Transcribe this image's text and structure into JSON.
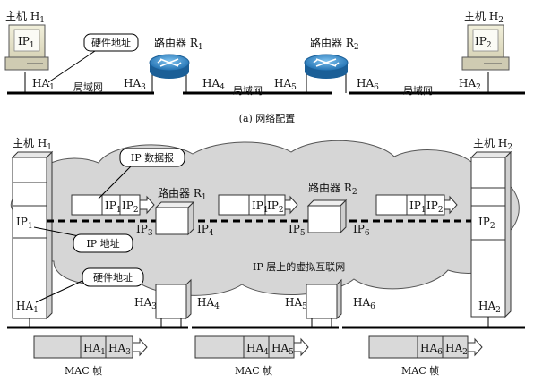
{
  "top": {
    "host1": {
      "prefix": "主机 H",
      "sub": "1"
    },
    "host2": {
      "prefix": "主机 H",
      "sub": "2"
    },
    "ip1": {
      "prefix": "IP",
      "sub": "1"
    },
    "ip2": {
      "prefix": "IP",
      "sub": "2"
    },
    "hardware_addr_callout": "硬件地址",
    "router1": {
      "prefix": "路由器 R",
      "sub": "1"
    },
    "router2": {
      "prefix": "路由器 R",
      "sub": "2"
    },
    "ha1": {
      "prefix": "HA",
      "sub": "1"
    },
    "ha2": {
      "prefix": "HA",
      "sub": "2"
    },
    "ha3": {
      "prefix": "HA",
      "sub": "3"
    },
    "ha4": {
      "prefix": "HA",
      "sub": "4"
    },
    "ha5": {
      "prefix": "HA",
      "sub": "5"
    },
    "ha6": {
      "prefix": "HA",
      "sub": "6"
    },
    "lan1": "局域网",
    "lan2": "局域网",
    "lan3": "局域网",
    "caption": "(a) 网络配置"
  },
  "bottom": {
    "host1": {
      "prefix": "主机 H",
      "sub": "1"
    },
    "host2": {
      "prefix": "主机 H",
      "sub": "2"
    },
    "router1": {
      "prefix": "路由器 R",
      "sub": "1"
    },
    "router2": {
      "prefix": "路由器 R",
      "sub": "2"
    },
    "ip_datagram_callout": "IP 数据报",
    "ip_addr_callout": "IP 地址",
    "hardware_addr_callout": "硬件地址",
    "cloud_label": "IP 层上的虚拟互联网",
    "ip1": {
      "prefix": "IP",
      "sub": "1"
    },
    "ip2": {
      "prefix": "IP",
      "sub": "2"
    },
    "ip3": {
      "prefix": "IP",
      "sub": "3"
    },
    "ip4": {
      "prefix": "IP",
      "sub": "4"
    },
    "ip5": {
      "prefix": "IP",
      "sub": "5"
    },
    "ip6": {
      "prefix": "IP",
      "sub": "6"
    },
    "ha1": {
      "prefix": "HA",
      "sub": "1"
    },
    "ha2": {
      "prefix": "HA",
      "sub": "2"
    },
    "ha3": {
      "prefix": "HA",
      "sub": "3"
    },
    "ha4": {
      "prefix": "HA",
      "sub": "4"
    },
    "ha5": {
      "prefix": "HA",
      "sub": "5"
    },
    "ha6": {
      "prefix": "HA",
      "sub": "6"
    },
    "datagrams": [
      {
        "src": {
          "prefix": "IP",
          "sub": "1"
        },
        "dst": {
          "prefix": "IP",
          "sub": "2"
        }
      },
      {
        "src": {
          "prefix": "IP",
          "sub": "1"
        },
        "dst": {
          "prefix": "IP",
          "sub": "2"
        }
      },
      {
        "src": {
          "prefix": "IP",
          "sub": "1"
        },
        "dst": {
          "prefix": "IP",
          "sub": "2"
        }
      }
    ],
    "mac_frames": [
      {
        "src": {
          "prefix": "HA",
          "sub": "1"
        },
        "dst": {
          "prefix": "HA",
          "sub": "3"
        },
        "label": "MAC 帧"
      },
      {
        "src": {
          "prefix": "HA",
          "sub": "4"
        },
        "dst": {
          "prefix": "HA",
          "sub": "5"
        },
        "label": "MAC 帧"
      },
      {
        "src": {
          "prefix": "HA",
          "sub": "6"
        },
        "dst": {
          "prefix": "HA",
          "sub": "2"
        },
        "label": "MAC 帧"
      }
    ]
  },
  "colors": {
    "cloud_fill": "#d6d6d6",
    "router_blue": "#2a7fc0",
    "frame_fill": "#d9d9d9",
    "computer_beige": "#e9e6cf"
  }
}
